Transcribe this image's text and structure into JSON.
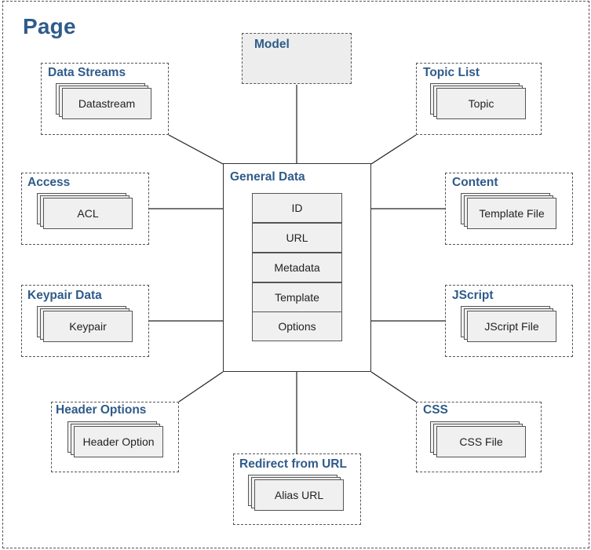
{
  "page": {
    "title": "Page"
  },
  "model": {
    "title": "Model"
  },
  "general": {
    "title": "General Data",
    "fields": [
      "ID",
      "URL",
      "Metadata",
      "Template",
      "Options"
    ]
  },
  "groups": {
    "data_streams": {
      "title": "Data Streams",
      "item": "Datastream"
    },
    "topic_list": {
      "title": "Topic List",
      "item": "Topic"
    },
    "access": {
      "title": "Access",
      "item": "ACL"
    },
    "content": {
      "title": "Content",
      "item": "Template File"
    },
    "keypair_data": {
      "title": "Keypair Data",
      "item": "Keypair"
    },
    "jscript": {
      "title": "JScript",
      "item": "JScript File"
    },
    "header_options": {
      "title": "Header Options",
      "item": "Header Option"
    },
    "css": {
      "title": "CSS",
      "item": "CSS File"
    },
    "redirect": {
      "title": "Redirect from URL",
      "item": "Alias URL"
    }
  },
  "colors": {
    "title": "#2f5b8a",
    "card_fill": "#f0f0f0",
    "border": "#555555"
  }
}
